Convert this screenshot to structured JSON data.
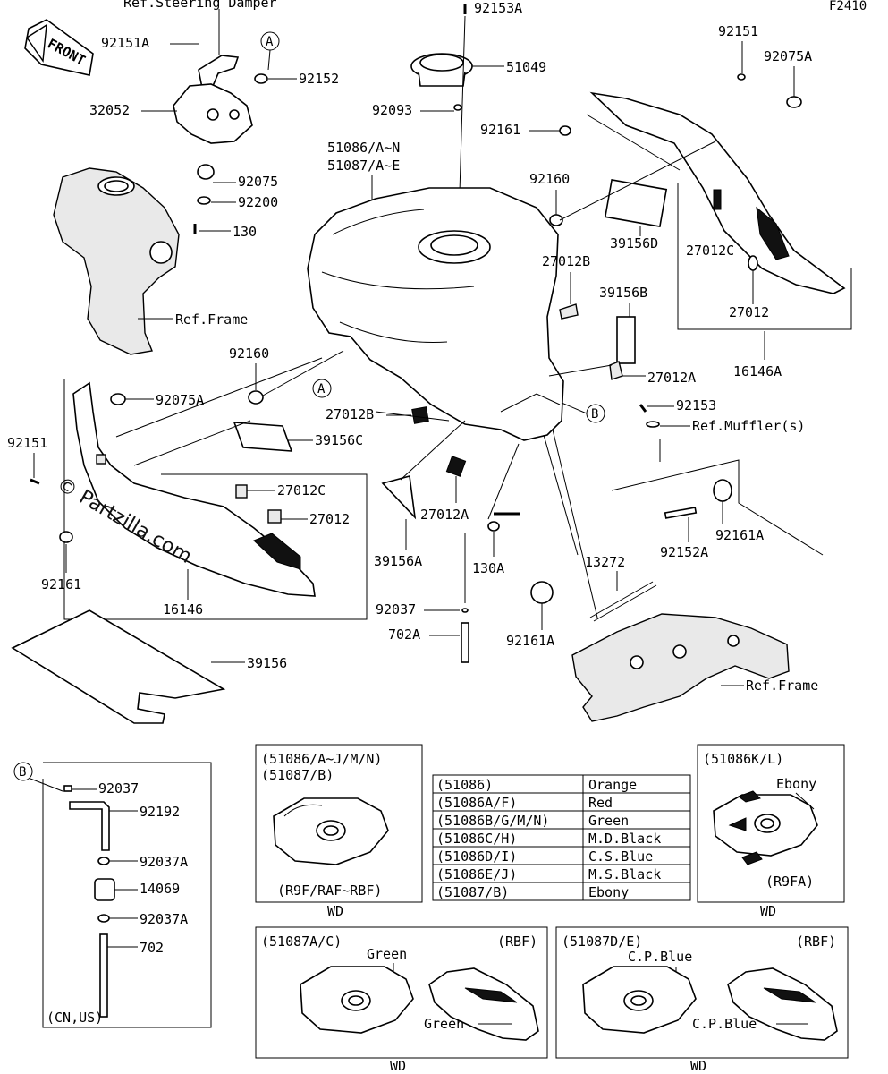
{
  "figure_code": "F2410",
  "front_label": "FRONT",
  "watermark": "© Partzilla.com",
  "callouts": {
    "a": "A",
    "b": "B"
  },
  "labels": {
    "ref_steering_damper": "Ref.Steering Damper",
    "p92151A": "92151A",
    "p92152": "92152",
    "p32052": "32052",
    "p92075_top": "92075",
    "p92200": "92200",
    "p130": "130",
    "ref_frame_left": "Ref.Frame",
    "p92153A": "92153A",
    "p51049": "51049",
    "p92093": "92093",
    "p92161_top": "92161",
    "p51086_span": "51086/A~N",
    "p51087_span": "51087/A~E",
    "p92160_upper": "92160",
    "p39156D": "39156D",
    "p27012B_upper": "27012B",
    "p39156B": "39156B",
    "p27012A_right": "27012A",
    "p92151_right": "92151",
    "p92075A_right": "92075A",
    "p27012C_right": "27012C",
    "p27012_right": "27012",
    "p16146A": "16146A",
    "p92160_left": "92160",
    "p92075A_left": "92075A",
    "p92151_left": "92151",
    "p39156C": "39156C",
    "p27012B_lower": "27012B",
    "p27012C_lower": "27012C",
    "p27012_lower": "27012",
    "p92161_left": "92161",
    "p16146": "16146",
    "p39156": "39156",
    "p27012A_lower": "27012A",
    "p39156A": "39156A",
    "p130A": "130A",
    "p92037": "92037",
    "p702A": "702A",
    "p92153": "92153",
    "ref_mufflers": "Ref.Muffler(s)",
    "p92161A_right": "92161A",
    "p92152A": "92152A",
    "p13272": "13272",
    "p92161A_lower": "92161A",
    "ref_frame_right": "Ref.Frame"
  },
  "hose_box": {
    "p92037": "92037",
    "p92192": "92192",
    "p92037A_1": "92037A",
    "p14069": "14069",
    "p92037A_2": "92037A",
    "p702": "702",
    "region": "(CN,US)"
  },
  "variant_left": {
    "line1": "(51086/A~J/M/N)",
    "line2": "(51087/B)",
    "models": "(R9F/RAF~RBF)",
    "side": "WD"
  },
  "variant_right": {
    "line1": "(51086K/L)",
    "color": "Ebony",
    "models": "(R9FA)",
    "side": "WD"
  },
  "color_table": [
    {
      "part": "(51086)",
      "color": "Orange"
    },
    {
      "part": "(51086A/F)",
      "color": "Red"
    },
    {
      "part": "(51086B/G/M/N)",
      "color": "Green"
    },
    {
      "part": "(51086C/H)",
      "color": "M.D.Black"
    },
    {
      "part": "(51086D/I)",
      "color": "C.S.Blue"
    },
    {
      "part": "(51086E/J)",
      "color": "M.S.Black"
    },
    {
      "part": "(51087/B)",
      "color": "Ebony"
    }
  ],
  "variant_bottom_left": {
    "line1": "(51087A/C)",
    "models": "(RBF)",
    "color_tank": "Green",
    "color_cover": "Green",
    "side": "WD"
  },
  "variant_bottom_right": {
    "line1": "(51087D/E)",
    "models": "(RBF)",
    "color_tank": "C.P.Blue",
    "color_cover": "C.P.Blue",
    "side": "WD"
  }
}
